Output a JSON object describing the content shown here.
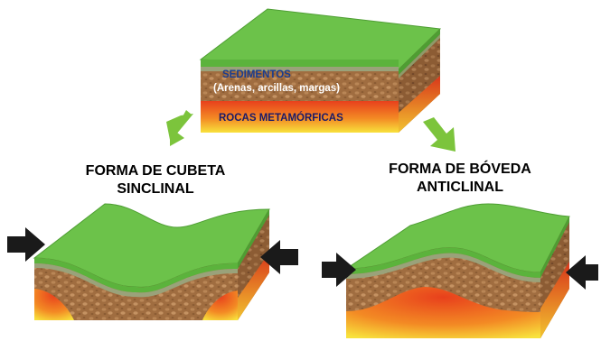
{
  "block_top": {
    "sediments_label": "SEDIMENTOS",
    "sediments_detail": "(Arenas, arcillas, margas)",
    "metamorphic_label": "ROCAS METAMÓRFICAS"
  },
  "syncline": {
    "title_line1": "FORMA DE CUBETA",
    "title_line2": "SINCLINAL"
  },
  "anticline": {
    "title_line1": "FORMA DE BÓVEDA",
    "title_line2": "ANTICLINAL"
  },
  "colors": {
    "grass": "#6cc24a",
    "grass_dark": "#4e9e33",
    "sediment": "#9a6a3e",
    "sediment_light": "#b98656",
    "rock_red": "#e8401c",
    "rock_yellow": "#f8e23c",
    "arrow_green": "#7cc43c",
    "arrow_black": "#1a1a1a"
  }
}
